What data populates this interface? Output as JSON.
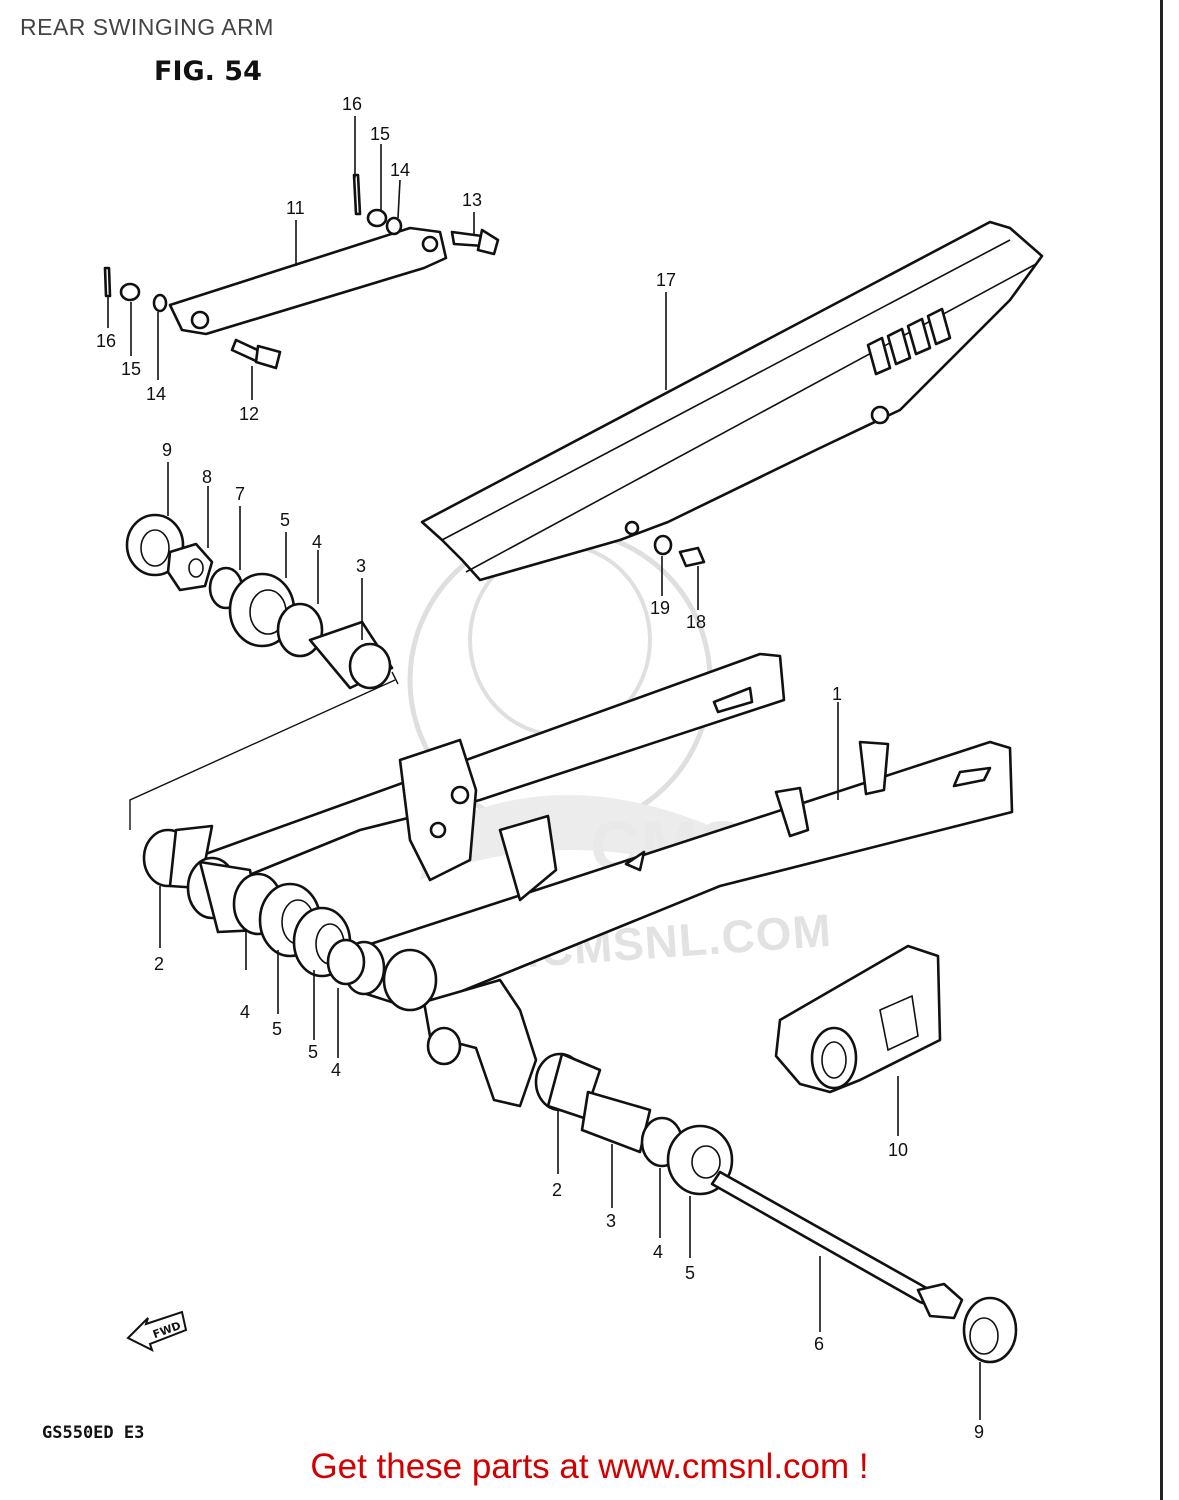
{
  "page_title": "REAR SWINGING ARM",
  "figure_label": "FIG. 54",
  "model_code": "GS550ED E3",
  "call_to_action": "Get these parts at www.cmsnl.com !",
  "watermark": {
    "text": "WWW.CMSNL.COM"
  },
  "direction_arrow": "FWD",
  "part_callouts": {
    "swinging_arm": "1",
    "bearing_left": "2",
    "bearing_right": "2",
    "spacer_top": "3",
    "spacer_bottom": "3",
    "washer_top": "4",
    "washer_left_a": "4",
    "washer_left_b": "4",
    "washer_bottom": "4",
    "seal_top": "5",
    "seal_left_a": "5",
    "seal_left_b": "5",
    "seal_bottom": "5",
    "pivot_shaft": "6",
    "washer_7": "7",
    "nut_8": "8",
    "cap_top": "9",
    "cap_bottom": "9",
    "chain_buffer": "10",
    "torque_link": "11",
    "bolt_12": "12",
    "bolt_13": "13",
    "washer_14_top": "14",
    "washer_14_left": "14",
    "nut_15_top": "15",
    "nut_15_left": "15",
    "cotter_pin_top": "16",
    "cotter_pin_left": "16",
    "chain_case": "17",
    "bolt_18": "18",
    "washer_19": "19"
  },
  "colors": {
    "cta": "#d40000",
    "line": "#111111",
    "watermark": "#e2e2e2"
  }
}
